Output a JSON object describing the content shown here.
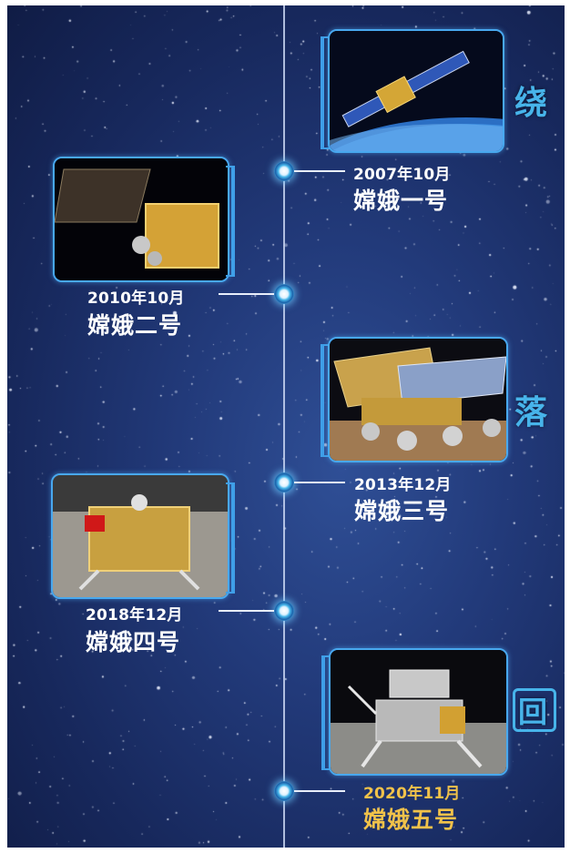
{
  "stages": [
    "绕",
    "落",
    "回"
  ],
  "missions": [
    {
      "date": "2007年10月",
      "name": "嫦娥一号"
    },
    {
      "date": "2010年10月",
      "name": "嫦娥二号"
    },
    {
      "date": "2013年12月",
      "name": "嫦娥三号"
    },
    {
      "date": "2018年12月",
      "name": "嫦娥四号"
    },
    {
      "date": "2020年11月",
      "name": "嫦娥五号"
    }
  ],
  "colors": {
    "background": "#1b2f66",
    "accent": "#47b4ea",
    "highlight": "#f1c24a",
    "text": "#ffffff"
  }
}
